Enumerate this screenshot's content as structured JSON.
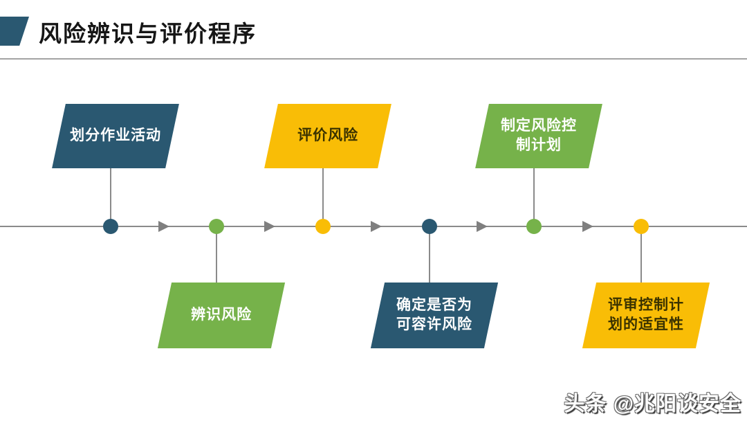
{
  "title": {
    "text": "风险辨识与评价程序"
  },
  "watermark": {
    "text": "头条 @兆阳谈安全"
  },
  "colors": {
    "blue": "#2a5871",
    "green": "#76b24a",
    "yellow": "#f9bd06",
    "text_on_dark": "#ffffff",
    "text_on_yellow": "#3a3200",
    "line_gray": "#8a8a8a",
    "arrow_gray": "#7f7f7f",
    "divider_gray": "#a3a3a3"
  },
  "flow": {
    "direction": "left-to-right",
    "steps": [
      {
        "label": "划分作业活动",
        "lines": [
          "划分作业活动"
        ],
        "color": "blue",
        "position": "top"
      },
      {
        "label": "辨识风险",
        "lines": [
          "辨识风险"
        ],
        "color": "green",
        "position": "bottom"
      },
      {
        "label": "评价风险",
        "lines": [
          "评价风险"
        ],
        "color": "yellow",
        "position": "top"
      },
      {
        "label": "确定是否为可容许风险",
        "lines": [
          "确定是否为",
          "可容许风险"
        ],
        "color": "blue",
        "position": "bottom"
      },
      {
        "label": "制定风险控制计划",
        "lines": [
          "制定风险控",
          "制计划"
        ],
        "color": "green",
        "position": "top"
      },
      {
        "label": "评审控制计划的适宜性",
        "lines": [
          "评审控制计",
          "划的适宜性"
        ],
        "color": "yellow",
        "position": "bottom"
      }
    ]
  }
}
